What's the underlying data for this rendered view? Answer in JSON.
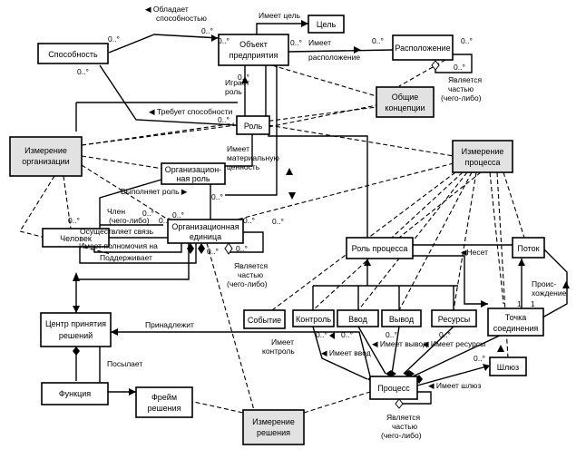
{
  "nodes": {
    "sposobnost": [
      "Способность"
    ],
    "obekt": [
      "Объект",
      "предприятия"
    ],
    "tsel": [
      "Цель"
    ],
    "raspolozhenie": [
      "Расположение"
    ],
    "obshchie": [
      "Общие",
      "концепции"
    ],
    "rol": [
      "Роль"
    ],
    "izm_org": [
      "Измерение",
      "организации"
    ],
    "izm_proc": [
      "Измерение",
      "процесса"
    ],
    "org_rol": [
      "Организацион-",
      "ная роль"
    ],
    "org_ed": [
      "Организационная",
      "единица"
    ],
    "chelovek": [
      "Человек"
    ],
    "rol_proc": [
      "Роль процесса"
    ],
    "potok": [
      "Поток"
    ],
    "sobytie": [
      "Событие"
    ],
    "kontrol": [
      "Контроль"
    ],
    "vvod": [
      "Ввод"
    ],
    "vyvod": [
      "Вывод"
    ],
    "resursy": [
      "Ресурсы"
    ],
    "tochka": [
      "Точка",
      "соединения"
    ],
    "tsentr": [
      "Центр принятия",
      "решений"
    ],
    "funktsiya": [
      "Функция"
    ],
    "freym": [
      "Фрейм",
      "решения"
    ],
    "izm_resh": [
      "Измерение",
      "решения"
    ],
    "protsess": [
      "Процесс"
    ],
    "shlyuz": [
      "Шлюз"
    ]
  },
  "labels": {
    "obladaet": [
      "◀ Обладает",
      "способностью"
    ],
    "imeet_tsel": "Имеет цель",
    "imeet_rasp": [
      "Имеет",
      "расположение"
    ],
    "yavl_chastyu_1": [
      "Является",
      "частью",
      "(чего-либо)"
    ],
    "igraet_rol": [
      "Играет",
      "роль"
    ],
    "trebuet": "◀ Требует способности",
    "imeet_mat": [
      "Имеет",
      "материальную",
      "ценность"
    ],
    "vypolnyaet": "Выполняет роль ▶",
    "chlen": [
      "Член",
      "(чего-либо)"
    ],
    "osushch": "Осуществляет связь",
    "polnomochiya": "Имеет полномочия на",
    "podderzhivaet": "Поддерживает",
    "yavl_chastyu_2": [
      "Является",
      "частью",
      "(чего-либо)"
    ],
    "nesyot": "◀Несет",
    "proiskhozhdenie": [
      "Проис-",
      "хождение"
    ],
    "prinadlezhit": "Принадлежит",
    "posylaet": "Посылает",
    "imeet_kontrol": [
      "Имеет",
      "контроль"
    ],
    "imeet_vvod": "◀ Имеет ввод",
    "imeet_vyvod": "◀ Имеет вывод",
    "imeet_resursy": "◀ Имеет ресурсы",
    "imeet_shlyuz": "◀ Имеет шлюз",
    "yavl_chastyu_3": [
      "Является",
      "частью",
      "(чего-либо)"
    ]
  },
  "multiplicities": {
    "m1": "0..°",
    "m2": "0..°",
    "m3": "0..°",
    "m4": "0..°",
    "m5": "0..°",
    "m6": "0..°",
    "m7": "0..°",
    "m8": "0..°",
    "m9": "0..°",
    "m10": "0..°",
    "m11": "0..°",
    "m12": "0..°",
    "m13": "0..°",
    "m14": "0..°",
    "m15": "0..°",
    "m16": "0..°",
    "m17": "0..°",
    "m18": "0..°",
    "m19": "0..°",
    "m20": "0..°",
    "m21": "0..°",
    "m22": "0..°",
    "m23": "0..°",
    "m24": "0..°",
    "one1": "1",
    "one2": "1"
  }
}
